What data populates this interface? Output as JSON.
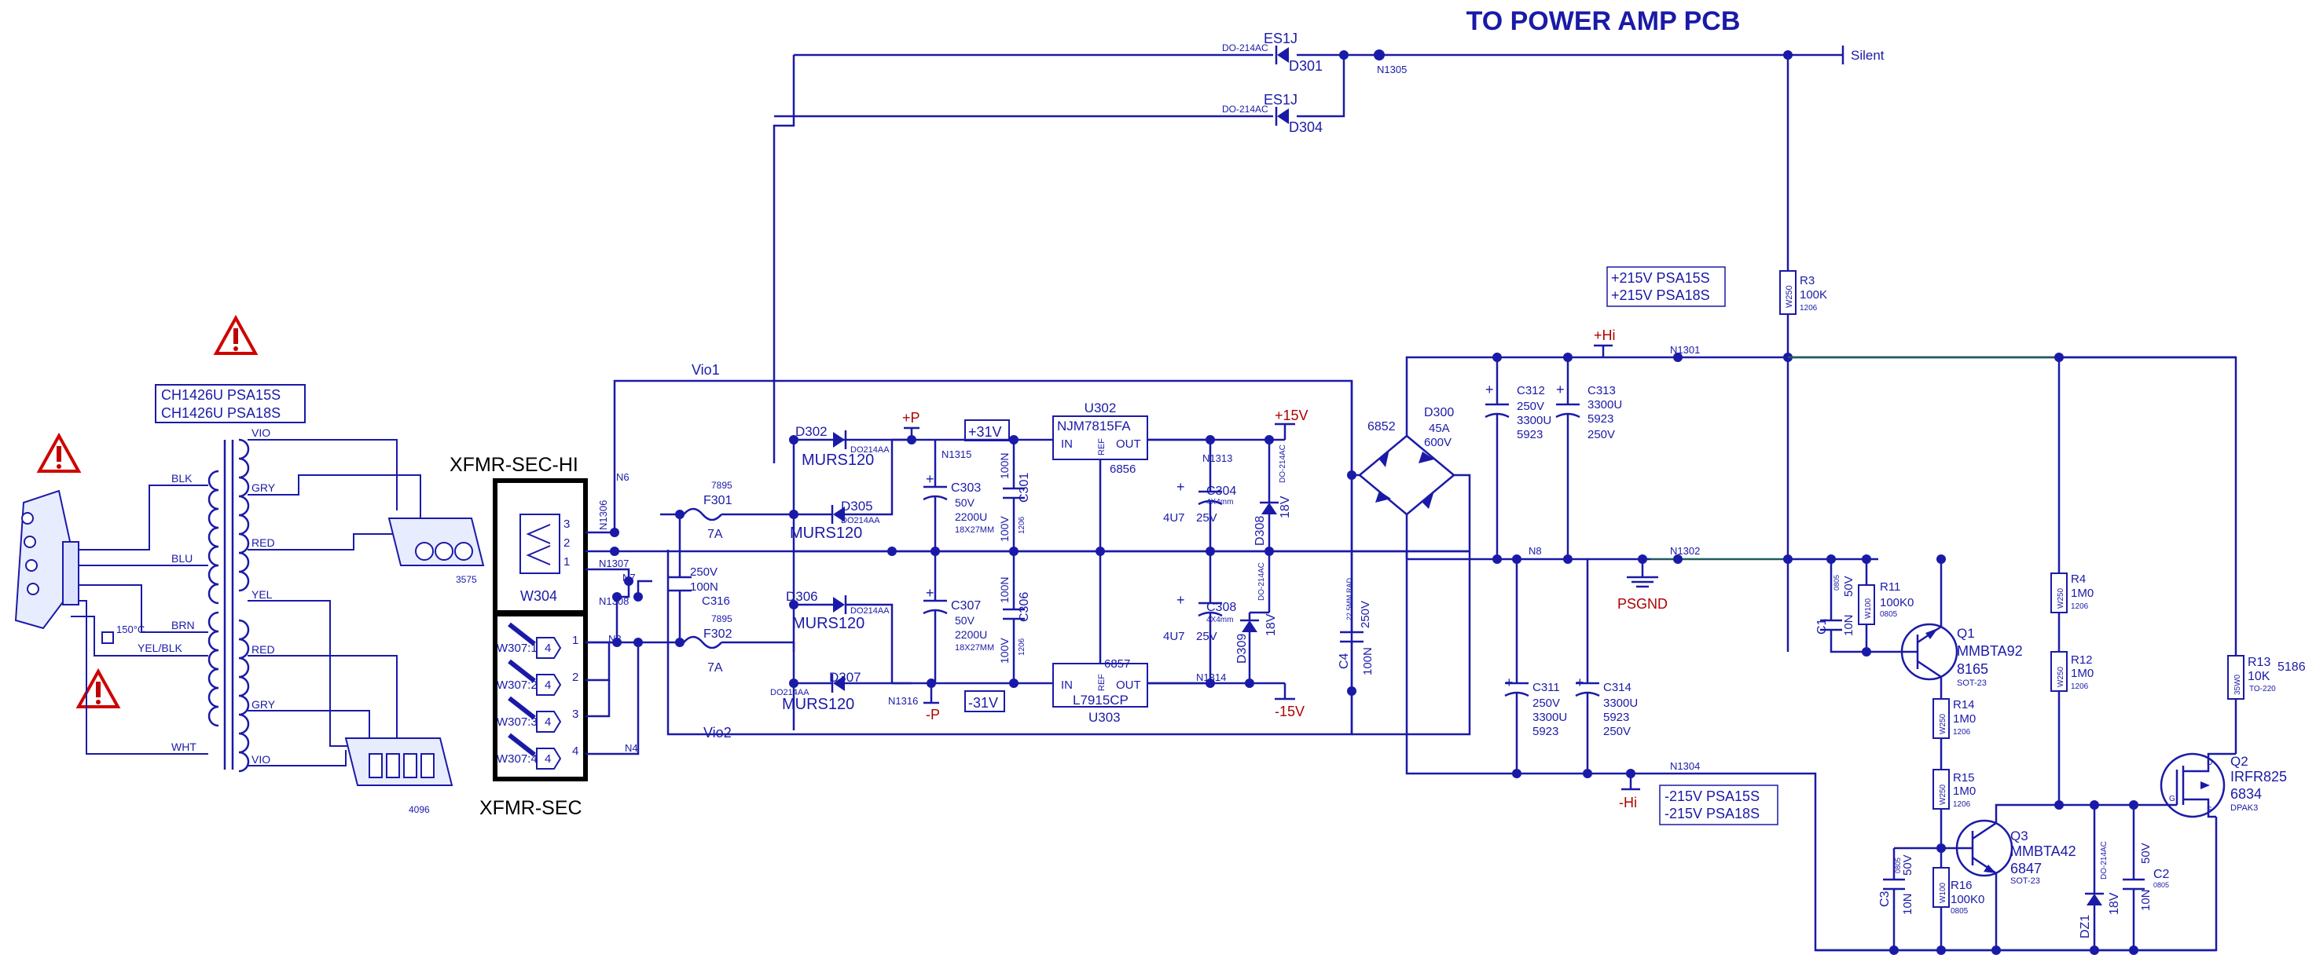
{
  "title": "TO POWER AMP PCB",
  "net_labels": {
    "silent": "Silent",
    "vio1": "Vio1",
    "vio2": "Vio2",
    "plus_p": "+P",
    "minus_p": "-P",
    "plus_hi": "+Hi",
    "minus_hi": "-Hi",
    "plus_15v": "+15V",
    "minus_15v": "-15V",
    "psgnd": "PSGND",
    "box_31v": "+31V",
    "box_m31v": "-31V",
    "pos_hv_1": "+215V PSA15S",
    "pos_hv_2": "+215V PSA18S",
    "neg_hv_1": "-215V PSA15S",
    "neg_hv_2": "-215V PSA18S"
  },
  "nodes": {
    "n1305": "N1305",
    "n1301": "N1301",
    "n1302": "N1302",
    "n1304": "N1304",
    "n1313": "N1313",
    "n1314": "N1314",
    "n1315": "N1315",
    "n1316": "N1316",
    "n1306": "N1306",
    "n1307": "N1307",
    "n1308": "N1308",
    "n6": "N6",
    "n7": "N7",
    "n3": "N3",
    "n4": "N4",
    "n8": "N8"
  },
  "transformer": {
    "part1": "CH1426U PSA15S",
    "part2": "CH1426U PSA18S",
    "wires": [
      "VIO",
      "BLK",
      "GRY",
      "BLU",
      "RED",
      "YEL",
      "BRN",
      "YEL/BLK",
      "RED",
      "GRY",
      "WHT",
      "VIO"
    ],
    "thermal": "150°C",
    "conn1": "3575",
    "conn2": "4096"
  },
  "connectors": {
    "xfmr_hi": "XFMR-SEC-HI",
    "xfmr_sec": "XFMR-SEC",
    "w304": "W304",
    "w304_pins": [
      "3",
      "2",
      "1"
    ],
    "w307_labels": [
      "W307:1",
      "W307:2",
      "W307:3",
      "W307:4"
    ],
    "w307_inner": [
      "4",
      "4",
      "4",
      "4"
    ],
    "w307_pins": [
      "1",
      "2",
      "3",
      "4"
    ]
  },
  "components": {
    "d301": {
      "name": "D301",
      "value": "ES1J",
      "pkg": "DO-214AC"
    },
    "d304": {
      "name": "D304",
      "value": "ES1J",
      "pkg": "DO-214AC"
    },
    "f301": {
      "name": "F301",
      "value": "7A",
      "code": "7895"
    },
    "f302": {
      "name": "F302",
      "value": "7A",
      "code": "7895"
    },
    "c316": {
      "name": "C316",
      "v": "250V",
      "val": "100N"
    },
    "d302": {
      "name": "D302",
      "value": "MURS120",
      "pkg": "DO214AA"
    },
    "d305": {
      "name": "D305",
      "value": "MURS120",
      "pkg": "DO214AA"
    },
    "d306": {
      "name": "D306",
      "value": "MURS120",
      "pkg": "DO214AA"
    },
    "d307": {
      "name": "D307",
      "value": "MURS120",
      "pkg": "DO214AA"
    },
    "c303": {
      "name": "C303",
      "v": "50V",
      "val": "2200U",
      "pkg": "18X27MM"
    },
    "c307": {
      "name": "C307",
      "v": "50V",
      "val": "2200U",
      "pkg": "18X27MM"
    },
    "c301": {
      "name": "C301",
      "v": "100V",
      "val": "100N",
      "pkg": "1206"
    },
    "c306": {
      "name": "C306",
      "v": "100V",
      "val": "100N",
      "pkg": "1206"
    },
    "u302": {
      "name": "U302",
      "part": "NJM7815FA",
      "code": "6856",
      "in": "IN",
      "ref": "REF",
      "out": "OUT"
    },
    "u303": {
      "name": "U303",
      "part": "L7915CP",
      "code": "6857",
      "in": "IN",
      "ref": "REF",
      "out": "OUT"
    },
    "c304": {
      "name": "C304",
      "v": "25V",
      "val": "4U7",
      "pkg": "4X4mm"
    },
    "c308": {
      "name": "C308",
      "v": "25V",
      "val": "4U7",
      "pkg": "4X4mm"
    },
    "d308": {
      "name": "D308",
      "v": "18V",
      "pkg": "DO-214AC"
    },
    "d309": {
      "name": "D309",
      "v": "18V",
      "pkg": "DO-214AC"
    },
    "c4": {
      "name": "C4",
      "v": "250V",
      "val": "100N",
      "pkg": "22.5MM RAD"
    },
    "d300": {
      "name": "D300",
      "i": "45A",
      "v": "600V",
      "code": "6852"
    },
    "c312": {
      "name": "C312",
      "v": "250V",
      "val": "3300U",
      "code": "5923"
    },
    "c313": {
      "name": "C313",
      "v": "250V",
      "val": "3300U",
      "code": "5923"
    },
    "c311": {
      "name": "C311",
      "v": "250V",
      "val": "3300U",
      "code": "5923"
    },
    "c314": {
      "name": "C314",
      "v": "250V",
      "val": "3300U",
      "code": "5923"
    },
    "r3": {
      "name": "R3",
      "val": "100K",
      "pkg": "1206",
      "w": "W250"
    },
    "c1": {
      "name": "C1",
      "v": "50V",
      "val": "10N",
      "pkg": "0805"
    },
    "r11": {
      "name": "R11",
      "val": "100K0",
      "pkg": "0805",
      "w": "W100"
    },
    "q1": {
      "name": "Q1",
      "part": "MMBTA92",
      "code": "8165",
      "pkg": "SOT-23"
    },
    "r4": {
      "name": "R4",
      "val": "1M0",
      "pkg": "1206",
      "w": "W250"
    },
    "r12": {
      "name": "R12",
      "val": "1M0",
      "pkg": "1206",
      "w": "W250"
    },
    "r13": {
      "name": "R13",
      "val": "10K",
      "pkg": "TO-220",
      "code": "5186",
      "w": "35W0"
    },
    "r14": {
      "name": "R14",
      "val": "1M0",
      "pkg": "1206",
      "w": "W250"
    },
    "r15": {
      "name": "R15",
      "val": "1M0",
      "pkg": "1206",
      "w": "W250"
    },
    "q2": {
      "name": "Q2",
      "part": "IRFR825",
      "code": "6834",
      "pkg": "DPAK3",
      "g": "G",
      "d": "D",
      "s": "S"
    },
    "q3": {
      "name": "Q3",
      "part": "MMBTA42",
      "code": "6847",
      "pkg": "SOT-23"
    },
    "r16": {
      "name": "R16",
      "val": "100K0",
      "pkg": "0805",
      "w": "W100"
    },
    "c3": {
      "name": "C3",
      "v": "50V",
      "val": "10N",
      "pkg": "0805"
    },
    "dz1": {
      "name": "DZ1",
      "v": "18V",
      "pkg": "DO-214AC"
    },
    "c2": {
      "name": "C2",
      "v": "50V",
      "val": "10N",
      "pkg": "0805"
    }
  }
}
